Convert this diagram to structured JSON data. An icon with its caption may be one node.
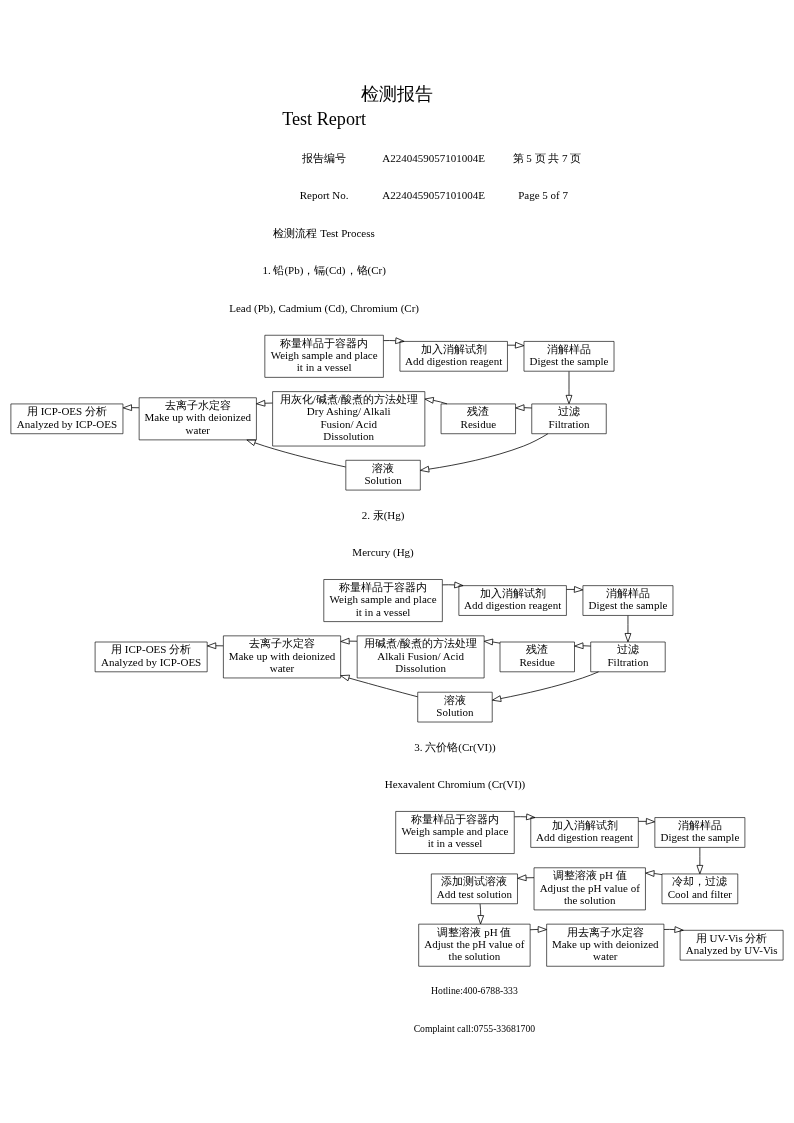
{
  "diagram": {
    "title": "检测报告",
    "nodes": [
      {
        "text": [
          "称量样品于容器内",
          "Weigh sample and place it in a vessel"
        ]
      },
      {
        "text": [
          "加入消解试剂",
          "Add digestion reagent"
        ]
      },
      {
        "text": [
          "消解样品",
          "Digest the sample"
        ]
      },
      {
        "text": [
          "用 ICP-OES 分析",
          "Analyzed by ICP-OES"
        ]
      },
      {
        "text": [
          "去离子水定容",
          "Make up with deionized water"
        ]
      },
      {
        "text": [
          "用灰化/碱煮/酸煮的方法处理",
          "Dry Ashing/ Alkali Fusion/ Acid Dissolution"
        ]
      },
      {
        "text": [
          "残渣",
          "Residue"
        ]
      },
      {
        "text": [
          "过滤",
          "Filtration"
        ]
      },
      {
        "text": [
          "溶液",
          "Solution"
        ]
      },
      {
        "text": [
          "称量样品于容器内",
          "Weigh sample and place it in a vessel"
        ]
      },
      {
        "text": [
          "加入消解试剂",
          "Add digestion reagent"
        ]
      },
      {
        "text": [
          "消解样品",
          "Digest the sample"
        ]
      },
      {
        "text": [
          "用 ICP-OES 分析",
          "Analyzed by ICP-OES"
        ]
      },
      {
        "text": [
          "去离子水定容",
          "Make up with deionized water"
        ]
      },
      {
        "text": [
          "用碱煮/酸煮的方法处理",
          "Alkali Fusion/ Acid Dissolution"
        ]
      },
      {
        "text": [
          "残渣",
          "Residue"
        ]
      },
      {
        "text": [
          "过滤",
          "Filtration"
        ]
      },
      {
        "text": [
          "溶液",
          "Solution"
        ]
      },
      {
        "text": [
          "称量样品于容器内",
          "Weigh sample and place it in a vessel"
        ]
      },
      {
        "text": [
          "加入消解试剂",
          "Add digestion reagent"
        ]
      },
      {
        "text": [
          "消解样品",
          "Digest the sample"
        ]
      },
      {
        "text": [
          "添加测试溶液",
          "Add test solution"
        ]
      },
      {
        "text": [
          "调整溶液 pH 值",
          "Adjust the pH value of the solution"
        ]
      },
      {
        "text": [
          "冷却，过滤",
          "Cool and filter"
        ]
      },
      {
        "text": [
          "调整溶液 pH 值",
          "Adjust the pH value of the solution"
        ]
      },
      {
        "text": [
          "用去离子水定容",
          "Make up with deionized water"
        ]
      },
      {
        "text": [
          "用 UV-Vis 分析",
          "Analyzed by UV-Vis"
        ]
      }
    ],
    "edges": [
      {
        "from": 0,
        "to": 1,
        "arrow": "to"
      },
      {
        "from": 1,
        "to": 2,
        "arrow": "to"
      },
      {
        "from": 2,
        "to": 7,
        "arrow": "to"
      },
      {
        "from": 7,
        "to": 6,
        "arrow": "to"
      },
      {
        "from": 7,
        "to": 8,
        "arrow": "to"
      },
      {
        "from": 6,
        "to": 5,
        "arrow": "to"
      },
      {
        "from": 5,
        "to": 4,
        "arrow": "to"
      },
      {
        "from": 8,
        "to": 4,
        "arrow": "to"
      },
      {
        "from": 4,
        "to": 3,
        "arrow": "to"
      },
      {
        "from": 9,
        "to": 10,
        "arrow": "to"
      },
      {
        "from": 10,
        "to": 11,
        "arrow": "to"
      },
      {
        "from": 11,
        "to": 16,
        "arrow": "to"
      },
      {
        "from": 16,
        "to": 15,
        "arrow": "to"
      },
      {
        "from": 16,
        "to": 17,
        "arrow": "to"
      },
      {
        "from": 15,
        "to": 14,
        "arrow": "to"
      },
      {
        "from": 14,
        "to": 13,
        "arrow": "to"
      },
      {
        "from": 17,
        "to": 13,
        "arrow": "to"
      },
      {
        "from": 13,
        "to": 12,
        "arrow": "to"
      },
      {
        "from": 18,
        "to": 19,
        "arrow": "to"
      },
      {
        "from": 19,
        "to": 20,
        "arrow": "to"
      },
      {
        "from": 20,
        "to": 23,
        "arrow": "to"
      },
      {
        "from": 23,
        "to": 22,
        "arrow": "to"
      },
      {
        "from": 22,
        "to": 21,
        "arrow": "to"
      },
      {
        "from": 21,
        "to": 24,
        "arrow": "to"
      },
      {
        "from": 24,
        "to": 25,
        "arrow": "to"
      },
      {
        "from": 25,
        "to": 26,
        "arrow": "to"
      }
    ],
    "labels": [
      "Test Report",
      "报告编号",
      "A2240459057101004E",
      "第 5 页 共 7 页",
      "Report No.",
      "A2240459057101004E",
      "Page 5 of 7",
      "检测流程 Test Process",
      "1. 铅(Pb)，镉(Cd)，铬(Cr)",
      "Lead (Pb), Cadmium (Cd), Chromium (Cr)",
      "2. 汞(Hg)",
      "Mercury (Hg)",
      "3. 六价铬(Cr(VI))",
      "Hexavalent Chromium (Cr(VI))",
      "Hotline:400-6788-333",
      "Complaint call:0755-33681700"
    ]
  }
}
